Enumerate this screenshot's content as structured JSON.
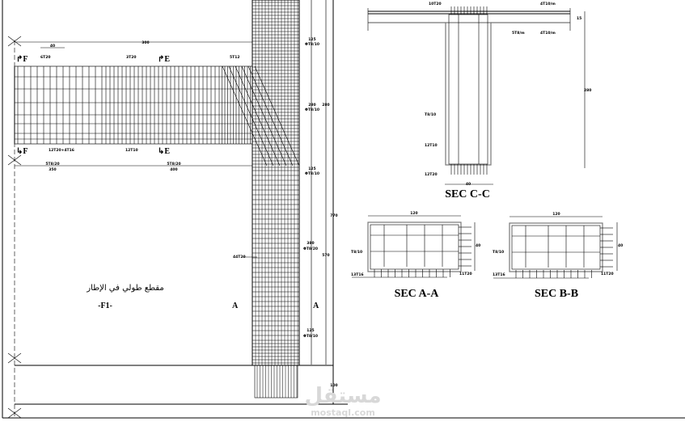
{
  "drawing": {
    "title_ar": "مقطع طولي في الإطار",
    "title_code": "-F1-"
  },
  "beam": {
    "dim_total": "300",
    "dim_end": "40",
    "top_bar_left": "6T20",
    "top_bar_mid": "3T20",
    "top_bar_right": "5T12",
    "bottom_bar_left": "12T20+4T16",
    "bottom_bar_mid": "12T10",
    "stirrup_left": "5T8/20",
    "stirrup_left_len": "350",
    "stirrup_mid": "5T8/20",
    "stirrup_mid_len": "400",
    "section_marks": [
      "F",
      "E",
      "F",
      "E"
    ]
  },
  "column": {
    "zones": [
      {
        "len": "125",
        "bar": "ΦT8/10"
      },
      {
        "len": "280",
        "bar": "ΦT8/10"
      },
      {
        "len": "125",
        "bar": "ΦT8/10"
      },
      {
        "len": "380",
        "bar": "ΦT8/20"
      },
      {
        "len": "125",
        "bar": "ΦT8/10"
      }
    ],
    "dim_joint": "280",
    "dim_total": "770",
    "dim_lower": "570",
    "dim_footing": "100",
    "long_bars": "44T20",
    "section_mark": "A"
  },
  "sec_cc": {
    "title": "SEC C-C",
    "top_bars": "10T20",
    "slab_top": "4T10/m",
    "slab_bottom": "4T10/m",
    "slab_dist": "5T8/m",
    "slab_thk": "15",
    "stirrups": "T8/10",
    "side_bars": "12T10",
    "bottom_bars": "12T20",
    "width": "40",
    "depth": "280"
  },
  "sec_aa": {
    "title": "SEC A-A",
    "width": "120",
    "depth": "40",
    "stirrups": "T8/10",
    "bars_bottom": "13T16",
    "bars_side": "11T20"
  },
  "sec_bb": {
    "title": "SEC B-B",
    "width": "120",
    "depth": "40",
    "stirrups": "T8/10",
    "bars_bottom": "13T16",
    "bars_side": "11T20"
  },
  "watermark": {
    "ar": "مستقل",
    "en": "mostaql.com"
  }
}
